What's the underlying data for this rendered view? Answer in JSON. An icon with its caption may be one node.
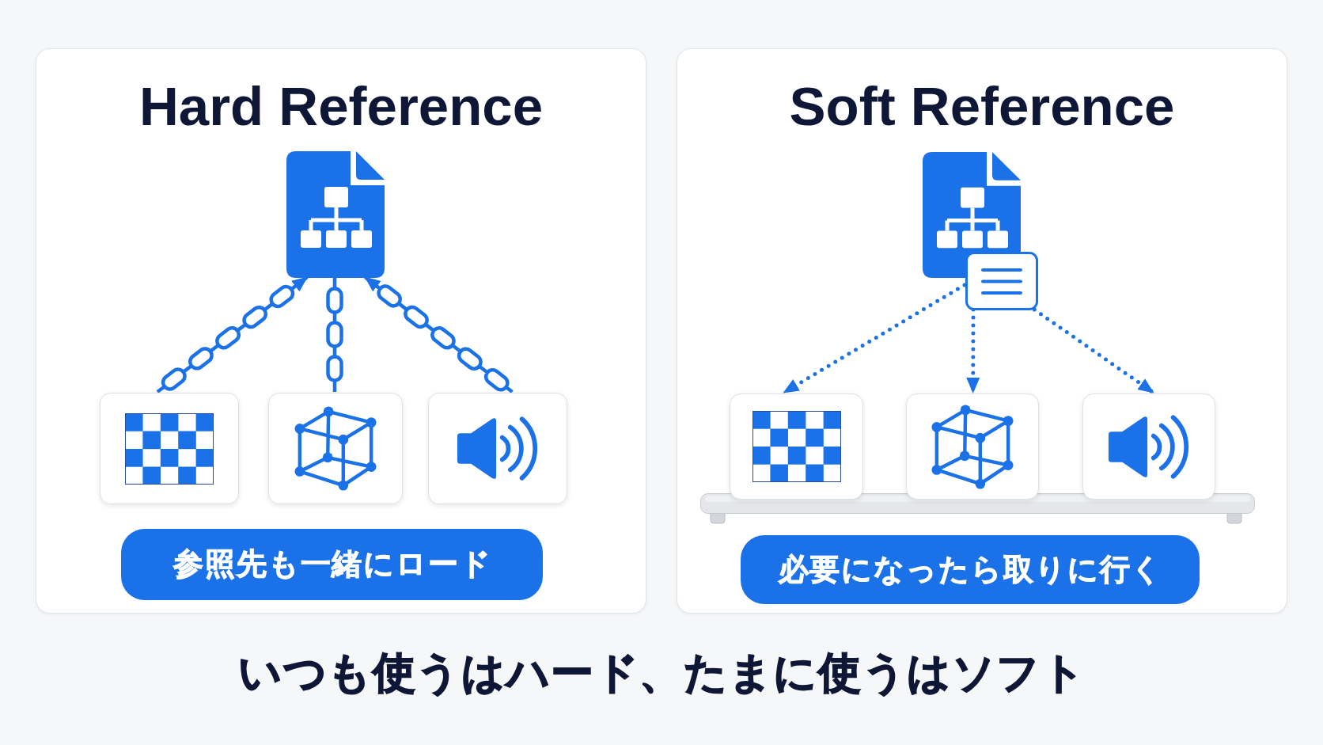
{
  "diagram": {
    "caption": "いつも使うはハード、たまに使うはソフト",
    "nodes": [
      {
        "text": [
          "Hard Reference"
        ]
      },
      {
        "text": [],
        "shape": "document",
        "in": 0
      },
      {
        "text": [],
        "shape": "box",
        "in": 0
      },
      {
        "text": [],
        "shape": "box",
        "in": 0
      },
      {
        "text": [],
        "shape": "box",
        "in": 0
      },
      {
        "text": [
          "参照先も一緒にロード"
        ],
        "in": 0
      },
      {
        "text": [
          "Soft Reference"
        ]
      },
      {
        "text": [],
        "shape": "document",
        "in": 6
      },
      {
        "text": [],
        "shape": "box",
        "in": 6
      },
      {
        "text": [],
        "shape": "box",
        "in": 6
      },
      {
        "text": [],
        "shape": "box",
        "in": 6
      },
      {
        "text": [],
        "shape": "box",
        "in": 6
      },
      {
        "text": [
          "必要になったら取りに行く"
        ],
        "in": 6
      }
    ],
    "edges": [
      {
        "from": 2,
        "to": 1,
        "arrow": "to"
      },
      {
        "from": 3,
        "to": 1,
        "arrow": "none"
      },
      {
        "from": 4,
        "to": 1,
        "arrow": "to"
      },
      {
        "from": 8,
        "to": 9,
        "arrow": "to",
        "style": "dashed"
      },
      {
        "from": 8,
        "to": 10,
        "arrow": "to",
        "style": "dashed"
      },
      {
        "from": 8,
        "to": 11,
        "arrow": "to",
        "style": "dashed"
      }
    ]
  }
}
